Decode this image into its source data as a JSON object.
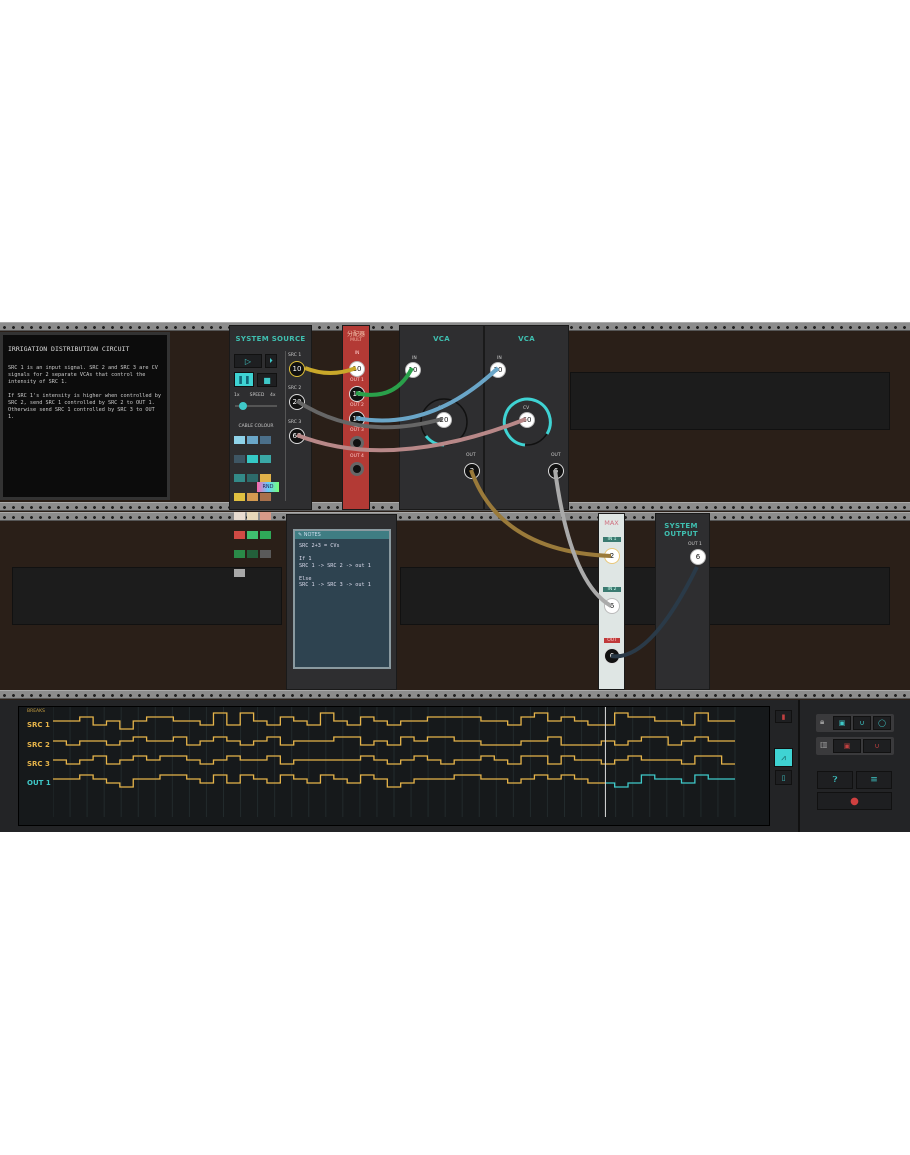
{
  "briefing": {
    "title": "IRRIGATION DISTRIBUTION CIRCUIT",
    "p1": "SRC 1 is an input signal. SRC 2 and SRC 3 are CV signals for 2 separate VCAs that control the intensity of SRC 1.",
    "p2": "If SRC 1's intensity is higher when controlled by SRC 2, send SRC 1 controlled by SRC 2 to OUT 1. Otherwise send SRC 1 controlled by SRC 3 to OUT 1."
  },
  "system_source": {
    "title": "SYSTEM SOURCE",
    "speed_label": "SPEED",
    "speed_min": "1x",
    "speed_max": "4x",
    "speed_value": 0.2,
    "cable_colour_label": "CABLE COLOUR",
    "rnd_label": "RND",
    "outputs": [
      {
        "label": "SRC 1",
        "value": "10"
      },
      {
        "label": "SRC 2",
        "value": "20"
      },
      {
        "label": "SRC 3",
        "value": "60"
      }
    ],
    "swatches": [
      "#8fd3ea",
      "#6aa6c8",
      "#4b6f8a",
      "#3e5664",
      "#35c9c5",
      "#3aa8a6",
      "#338a88",
      "#2d6b6a",
      "#e0b24a",
      "#e0c040",
      "#d49a50",
      "#a8704c",
      "#e9dcd0",
      "#e8d8b8",
      "#d89a88",
      "#d04a44",
      "#3fbf6f",
      "#2fa858",
      "#2a8a48",
      "#23603a",
      "#5a5a5a",
      "#a8a8a8"
    ]
  },
  "mult": {
    "title": "分配器",
    "subtitle": "MULT",
    "in_label": "IN",
    "in_value": "10",
    "outs": [
      {
        "label": "OUT 1",
        "value": "10"
      },
      {
        "label": "OUT 2",
        "value": "10"
      },
      {
        "label": "OUT 3"
      },
      {
        "label": "OUT 4"
      }
    ]
  },
  "vcas": [
    {
      "title": "VCA",
      "in_label": "IN",
      "in": "10",
      "cv_label": "CV",
      "cv": "20",
      "out_label": "OUT",
      "out": "2",
      "cv_level": 0.2
    },
    {
      "title": "VCA",
      "in_label": "IN",
      "in": "10",
      "cv_label": "CV",
      "cv": "60",
      "out_label": "OUT",
      "out": "6",
      "cv_level": 0.6
    }
  ],
  "notes": {
    "title": "NOTES",
    "lines": [
      "SRC 2+3 = CVs",
      "",
      "If 1",
      "SRC 1 -> SRC 2 -> out 1",
      "",
      "Else",
      "SRC 1 -> SRC 3 -> out 1"
    ]
  },
  "max": {
    "title": "MAX",
    "in1_label": "IN 1",
    "in1": "2",
    "in2_label": "IN 2",
    "in2": "6",
    "out_label": "OUT",
    "out": "6"
  },
  "system_output": {
    "title": "SYSTEM OUTPUT",
    "out_label": "OUT 1",
    "out": "6"
  },
  "scope": {
    "breaks_label": "BREAKS",
    "rows": [
      {
        "label": "SRC 1",
        "color": "#e6b44a",
        "steps": [
          1,
          1,
          2,
          0,
          1,
          -1,
          1,
          2,
          2,
          1,
          1,
          0,
          3,
          0,
          3,
          1,
          0,
          2,
          1,
          0,
          3,
          1,
          0,
          2,
          1,
          0,
          1,
          1,
          2,
          2,
          2,
          2,
          1,
          1,
          0,
          2,
          3,
          1,
          2,
          1,
          0,
          0,
          3,
          2,
          2,
          1,
          1,
          0,
          3,
          1,
          1
        ]
      },
      {
        "label": "SRC 2",
        "color": "#e6b44a",
        "steps": [
          1,
          0,
          1,
          1,
          0,
          1,
          2,
          1,
          1,
          2,
          0,
          1,
          2,
          1,
          0,
          1,
          2,
          0,
          1,
          1,
          1,
          2,
          2,
          0,
          1,
          0,
          2,
          1,
          2,
          2,
          1,
          1,
          0,
          0,
          0,
          1,
          1,
          2,
          0,
          0,
          0,
          1,
          0,
          1,
          2,
          2,
          0,
          1,
          2,
          1,
          1
        ]
      },
      {
        "label": "SRC 3",
        "color": "#e6b44a",
        "steps": [
          1,
          0,
          1,
          2,
          0,
          1,
          2,
          1,
          2,
          2,
          1,
          0,
          1,
          2,
          1,
          1,
          2,
          0,
          1,
          1,
          1,
          1,
          1,
          2,
          1,
          0,
          1,
          2,
          1,
          0,
          1,
          1,
          2,
          1,
          0,
          2,
          2,
          0,
          2,
          1,
          1,
          0,
          1,
          2,
          1,
          1,
          1,
          0,
          2,
          2,
          0
        ]
      },
      {
        "label": "OUT 1",
        "color": "#3fc9c9",
        "steps": [
          1,
          1,
          2,
          1,
          0,
          -1,
          1,
          1,
          2,
          2,
          1,
          0,
          2,
          0,
          2,
          1,
          0,
          2,
          1,
          0,
          2,
          1,
          0,
          2,
          1,
          -1,
          0,
          1,
          1,
          1,
          2,
          2,
          1,
          1,
          0,
          1,
          2,
          1,
          2,
          1,
          0,
          0,
          -1,
          0,
          2,
          1,
          1,
          0,
          2,
          1,
          1
        ]
      }
    ],
    "playhead": 0.81
  },
  "icons": [
    "lock-icon",
    "trash-icon",
    "scope-icon",
    "module-icon",
    "help-icon",
    "menu-icon",
    "record-icon"
  ]
}
